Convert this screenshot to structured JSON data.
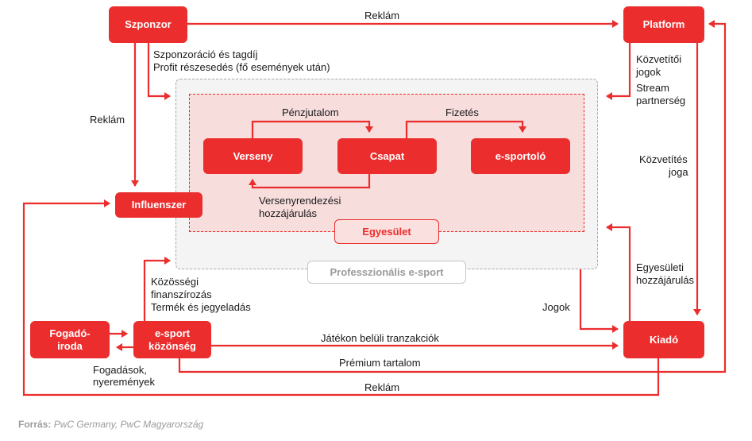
{
  "colors": {
    "accent": "#eb2d2d",
    "region_bg": "#f4f4f4",
    "inner_bg": "#f8dddd"
  },
  "nodes": {
    "szponzor": "Szponzor",
    "platform": "Platform",
    "influenszer": "Influenszer",
    "verseny": "Verseny",
    "csapat": "Csapat",
    "esportolo": "e-sportoló",
    "egyesulet": "Egyesület",
    "professzionalis": "Professzionális e-sport",
    "fogadoiroda_line1": "Fogadó-",
    "fogadoiroda_line2": "iroda",
    "kozosseg_line1": "e-sport",
    "kozosseg_line2": "közönség",
    "kiado": "Kiadó"
  },
  "edges": {
    "reklam_top": "Reklám",
    "szponzoracio_line1": "Szponzoráció és tagdíj",
    "szponzoracio_line2": "Profit részesedés (fő események után)",
    "reklam_left": "Reklám",
    "kozvetitoi_line1": "Közvetítői",
    "kozvetitoi_line2": "jogok",
    "stream_line1": "Stream",
    "stream_line2": "partnerség",
    "penzjutalom": "Pénzjutalom",
    "fizetes": "Fizetés",
    "versenyrendezesi_line1": "Versenyrendezési",
    "versenyrendezesi_line2": "hozzájárulás",
    "kozvetites_line1": "Közvetítés",
    "kozvetites_line2": "joga",
    "egyesuleti_line1": "Egyesületi",
    "egyesuleti_line2": "hozzájárulás",
    "kozossegi_line1": "Közösségi",
    "kozossegi_line2": "finanszírozás",
    "kozossegi_line3": "Termék és jegyeladás",
    "jogok": "Jogok",
    "jatekon": "Játékon belüli tranzakciók",
    "premium": "Prémium tartalom",
    "fogadasok_line1": "Fogadások,",
    "fogadasok_line2": "nyeremények",
    "reklam_bottom": "Reklám"
  },
  "source": {
    "label": "Forrás:",
    "text": "PwC Germany, PwC Magyarország"
  }
}
